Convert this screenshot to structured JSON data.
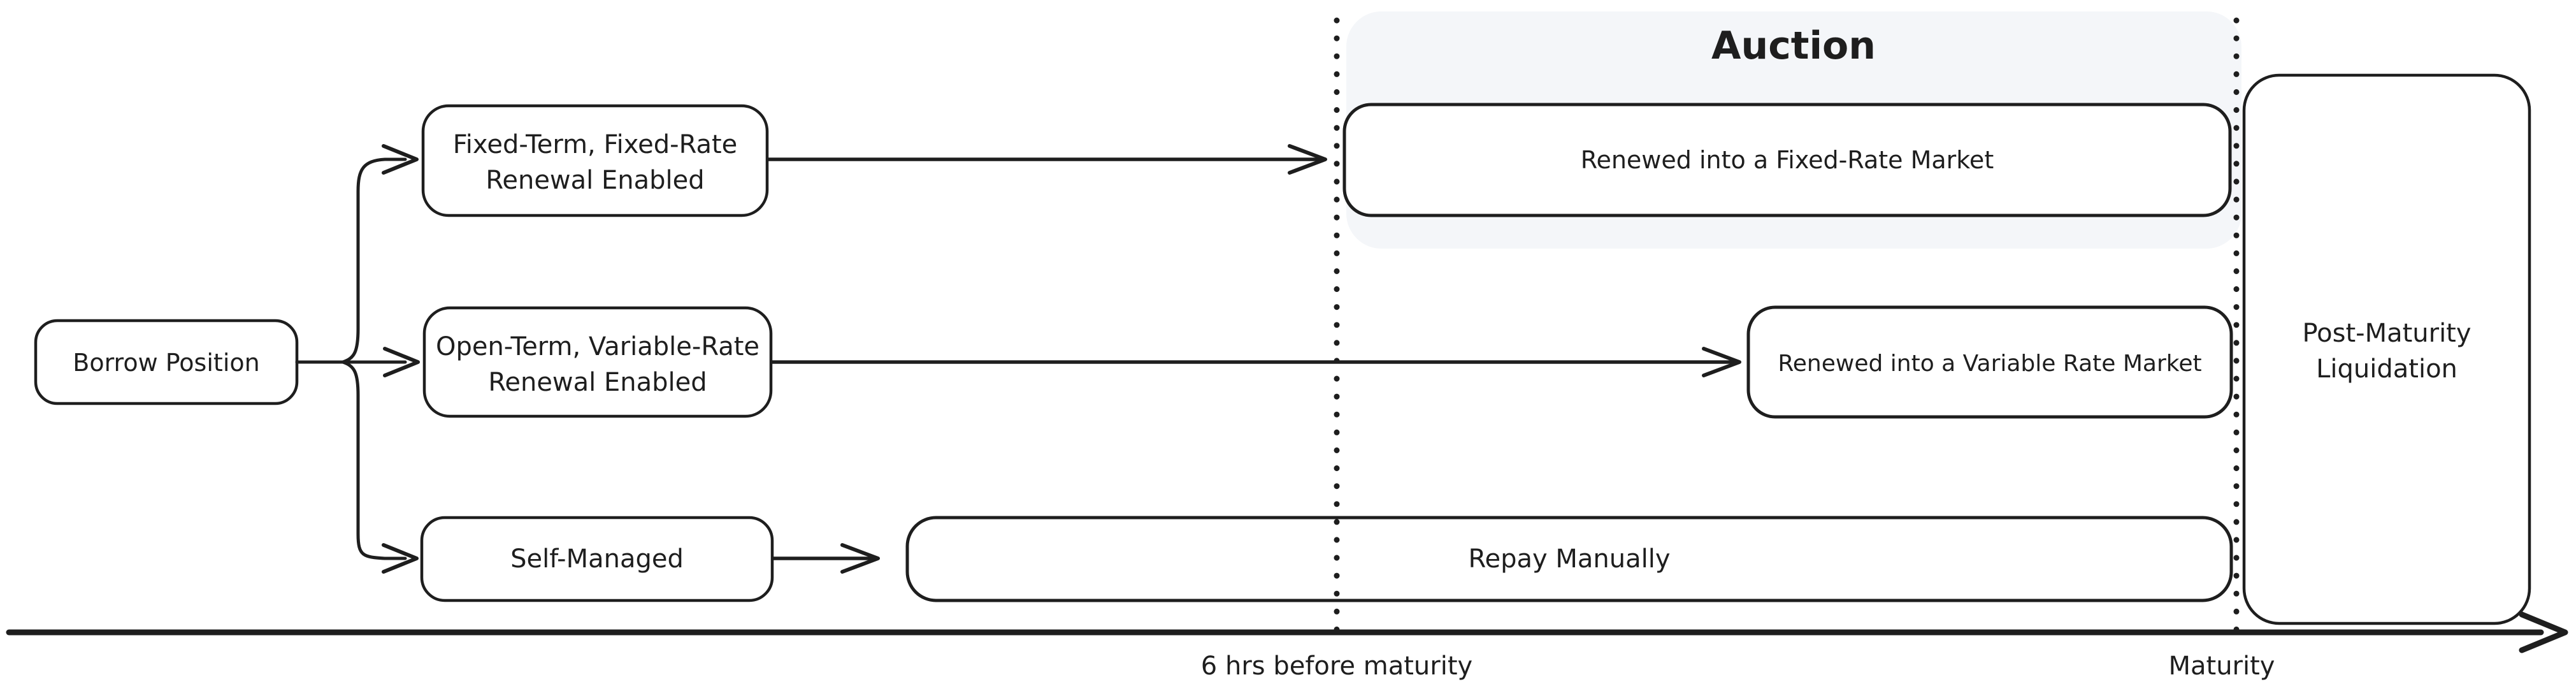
{
  "diagram": {
    "auction": {
      "title": "Auction"
    },
    "nodes": {
      "borrow": {
        "label": "Borrow Position"
      },
      "fixed_term": {
        "line1": "Fixed-Term, Fixed-Rate",
        "line2": "Renewal Enabled"
      },
      "open_term": {
        "line1": "Open-Term, Variable-Rate",
        "line2": "Renewal Enabled"
      },
      "self_managed": {
        "label": "Self-Managed"
      },
      "renewed_fixed": {
        "label": "Renewed into a Fixed-Rate Market"
      },
      "renewed_variable": {
        "label": "Renewed into a Variable Rate Market"
      },
      "repay_manually": {
        "label": "Repay Manually"
      },
      "post_maturity": {
        "line1": "Post-Maturity",
        "line2": "Liquidation"
      }
    },
    "timeline": {
      "label_6hrs": "6 hrs before maturity",
      "label_maturity": "Maturity"
    },
    "colors": {
      "stroke": "#1e1e1e",
      "green": "#2f9e44",
      "blue": "#1c7ed6",
      "red": "#e03131",
      "auction_bg": "#f4f6f9",
      "auction_box_bg": "#f8f9fc",
      "white": "#ffffff"
    }
  }
}
